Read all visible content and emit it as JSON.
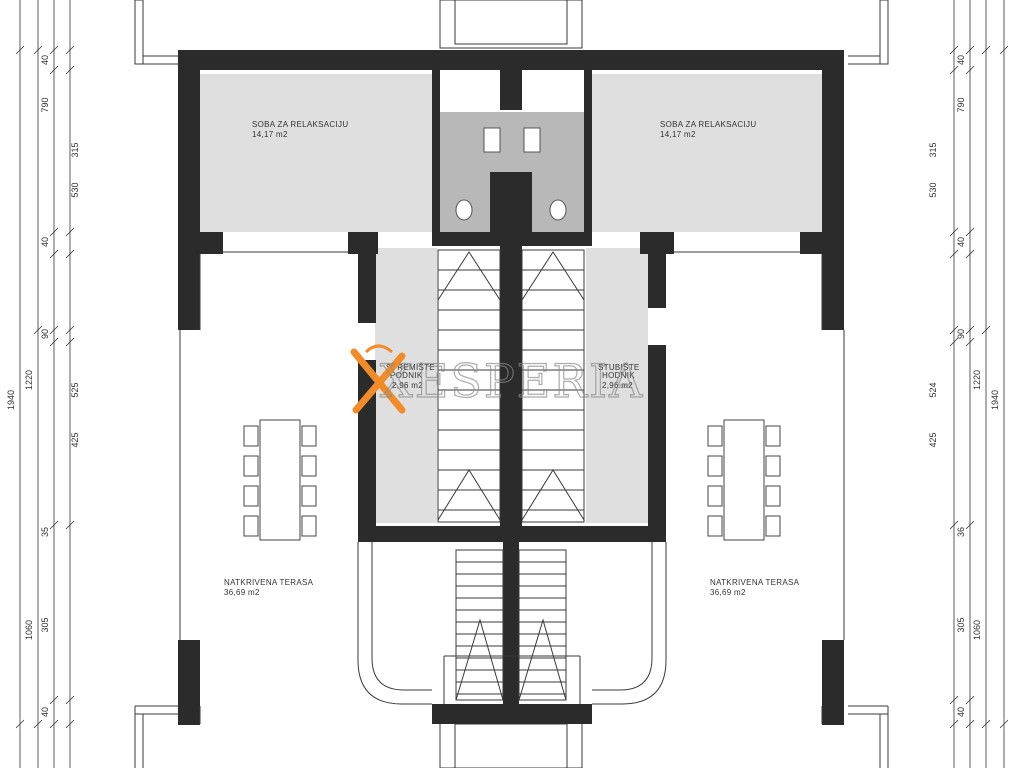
{
  "colors": {
    "wall": "#2b2b2b",
    "room_fill": "#dfdfdf",
    "bath_fill": "#b8b8b8",
    "line": "#3a3a3a",
    "logo_orange": "#f28c28"
  },
  "rooms": {
    "relax_left": {
      "name": "SOBA ZA RELAKSACIJU",
      "area": "14,17 m2"
    },
    "relax_right": {
      "name": "SOBA ZA RELAKSACIJU",
      "area": "14,17 m2"
    },
    "terrace_left": {
      "name": "NATKRIVENA TERASA",
      "area": "36,69 m2"
    },
    "terrace_right": {
      "name": "NATKRIVENA TERASA",
      "area": "36,69 m2"
    },
    "store_left": {
      "name_l1": "SPREMIŠTE",
      "name_l2": "PODNIK",
      "area": "2,96 m2"
    },
    "store_right": {
      "name_l1": "STUBIŠTE",
      "name_l2": "HODNIK",
      "area": "2,96 m2"
    }
  },
  "watermark": {
    "text": "XESPERIA"
  },
  "dimensions": {
    "outer_total": "1940",
    "left_mid": [
      "1220",
      "1060"
    ],
    "left_inner": [
      "40",
      "790",
      "40",
      "90",
      "35",
      "305",
      "40"
    ],
    "left_detail": [
      "315",
      "530",
      "525",
      "425"
    ],
    "right_mid": [
      "1220",
      "1060"
    ],
    "right_inner": [
      "40",
      "790",
      "40",
      "90",
      "36",
      "305",
      "40"
    ],
    "right_detail": [
      "315",
      "530",
      "524",
      "425"
    ]
  }
}
